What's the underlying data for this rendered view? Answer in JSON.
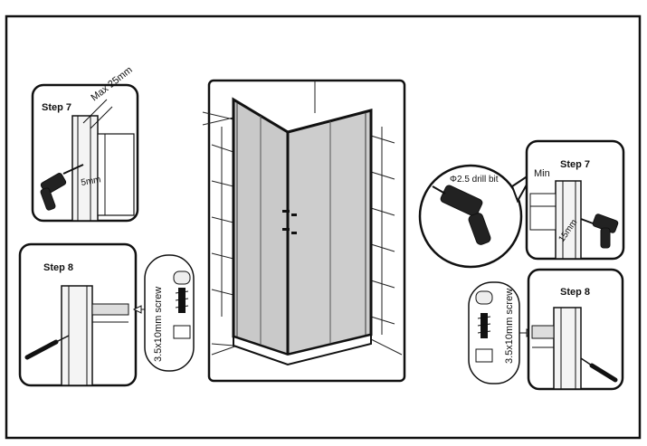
{
  "left": {
    "step7": {
      "title": "Step 7",
      "max_label": "Max 25mm",
      "offset_label": "5mm"
    },
    "step8": {
      "title": "Step 8"
    },
    "screw_label": "3.5x10mm screw"
  },
  "right": {
    "drill_bit_label": "Φ2.5 drill bit",
    "step7": {
      "title": "Step 7",
      "min_label": "Min",
      "offset_label": "15mm"
    },
    "step8": {
      "title": "Step 8"
    },
    "screw_label": "3.5x10mm screw"
  }
}
